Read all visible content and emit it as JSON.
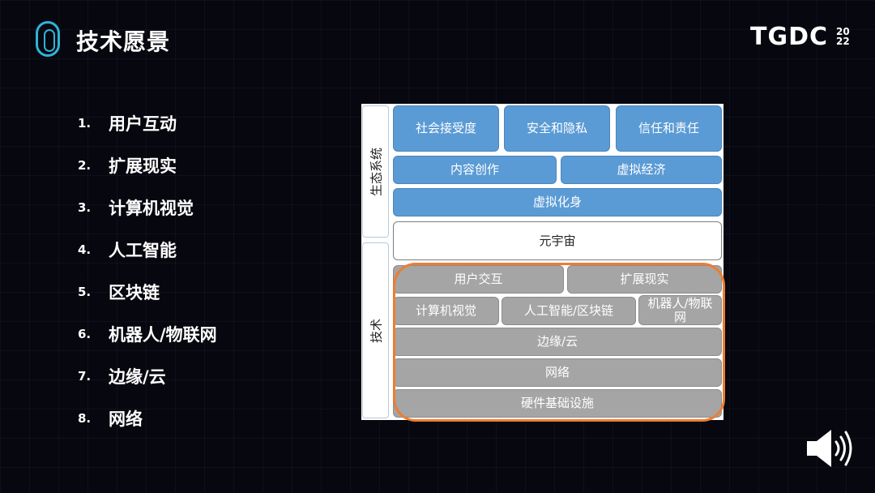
{
  "header": {
    "title": "技术愿景"
  },
  "brand": {
    "name": "TGDC",
    "year_top": "20",
    "year_bottom": "22"
  },
  "list": [
    {
      "num": "1.",
      "label": "用户互动"
    },
    {
      "num": "2.",
      "label": "扩展现实"
    },
    {
      "num": "3.",
      "label": "计算机视觉"
    },
    {
      "num": "4.",
      "label": "人工智能"
    },
    {
      "num": "5.",
      "label": "区块链"
    },
    {
      "num": "6.",
      "label": "机器人/物联网"
    },
    {
      "num": "7.",
      "label": "边缘/云"
    },
    {
      "num": "8.",
      "label": "网络"
    }
  ],
  "diagram": {
    "ecosystem_label": "生态系统",
    "tech_label": "技术",
    "ecosystem": {
      "row1": [
        "社会接受度",
        "安全和隐私",
        "信任和责任"
      ],
      "row2": [
        "内容创作",
        "虚拟经济"
      ],
      "row3": "虚拟化身"
    },
    "metaverse": "元宇宙",
    "tech": {
      "row1": [
        "用户交互",
        "扩展现实"
      ],
      "row2": [
        "计算机视觉",
        "人工智能/区块链",
        "机器人/物联网"
      ],
      "row3": "边缘/云",
      "row4": "网络",
      "row5": "硬件基础设施"
    }
  },
  "colors": {
    "eco": "#5b9bd5",
    "tech": "#a5a5a5",
    "highlight": "#ed7d31",
    "logo": "#2fb4d6"
  },
  "icons": {
    "logo": "tgdc-logo-icon",
    "speaker": "speaker-icon"
  }
}
